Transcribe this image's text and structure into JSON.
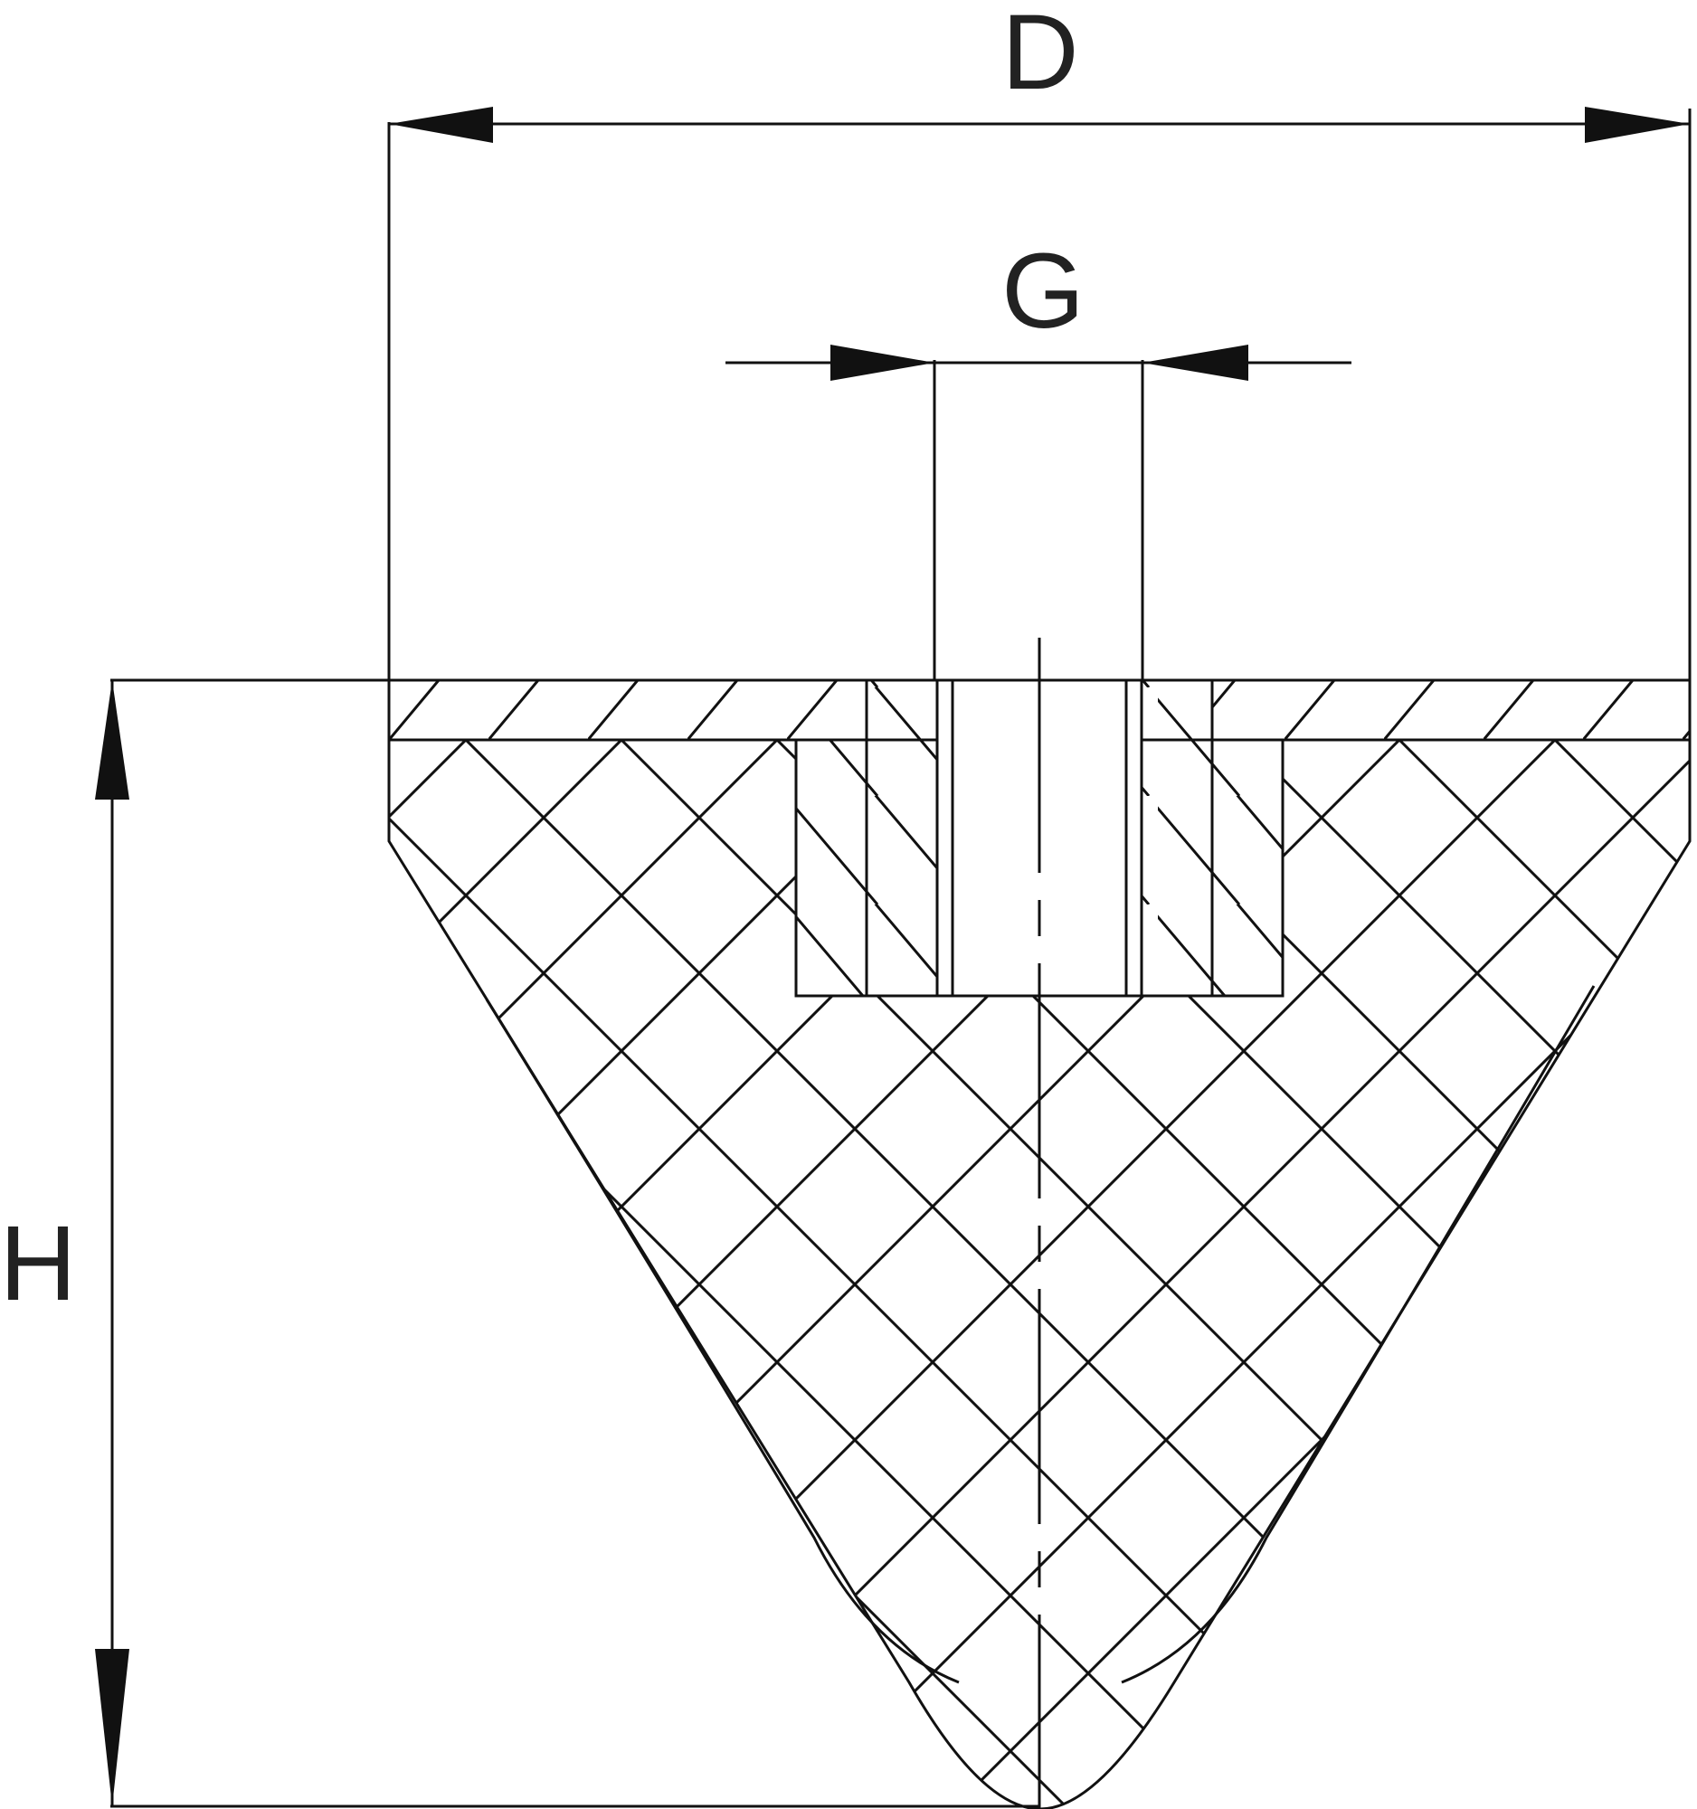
{
  "dimensions": {
    "D": "D",
    "G": "G",
    "H": "H"
  },
  "colors": {
    "line": "#111111",
    "text": "#222222",
    "background": "#ffffff"
  }
}
